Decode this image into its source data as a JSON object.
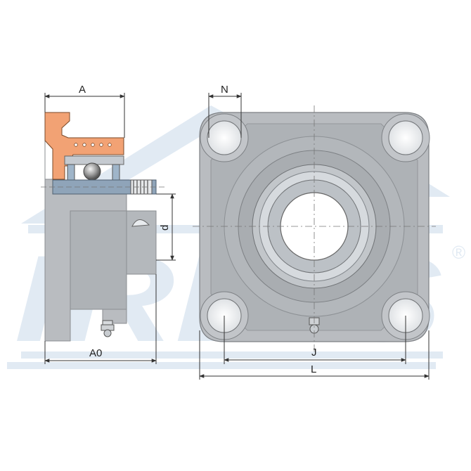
{
  "watermark": {
    "brand": "IRBIS",
    "registered": "®",
    "color": "#c9d9ea"
  },
  "dimensions": {
    "A": "A",
    "A0": "A0",
    "d": "d",
    "N": "N",
    "J": "J",
    "L": "L"
  },
  "colors": {
    "housing": "#b8bbbf",
    "housing_dark": "#9ea2a6",
    "section_cut": "#f2a274",
    "insert": "#8fa4b9",
    "dimension_line": "#333333"
  }
}
